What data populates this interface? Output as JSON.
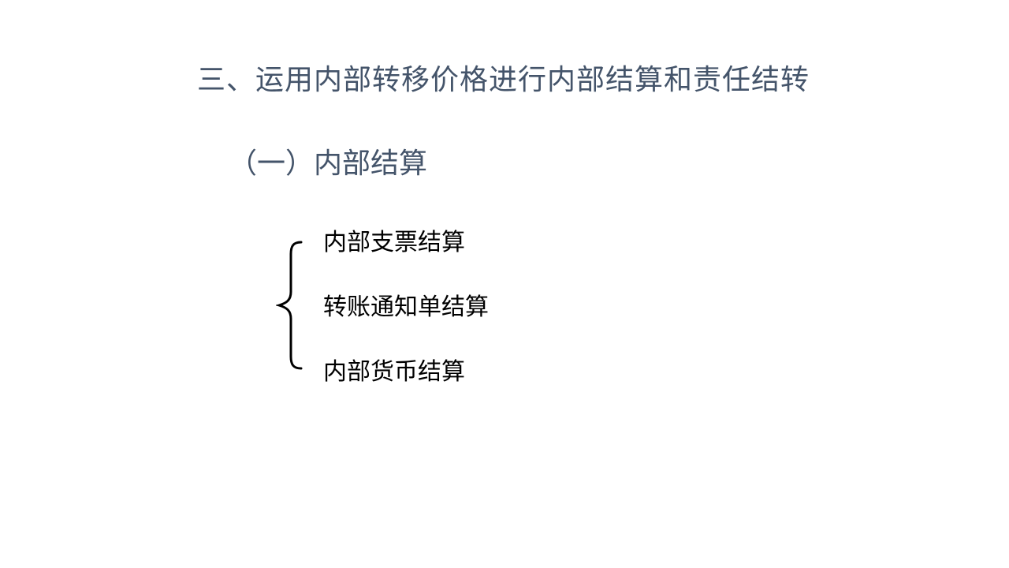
{
  "slide": {
    "title": "三、运用内部转移价格进行内部结算和责任结转",
    "subtitle": "（一）内部结算",
    "items": [
      "内部支票结算",
      "转账通知单结算",
      "内部货币结算"
    ],
    "colors": {
      "heading": "#44546a",
      "body": "#000000",
      "background": "#ffffff"
    }
  }
}
